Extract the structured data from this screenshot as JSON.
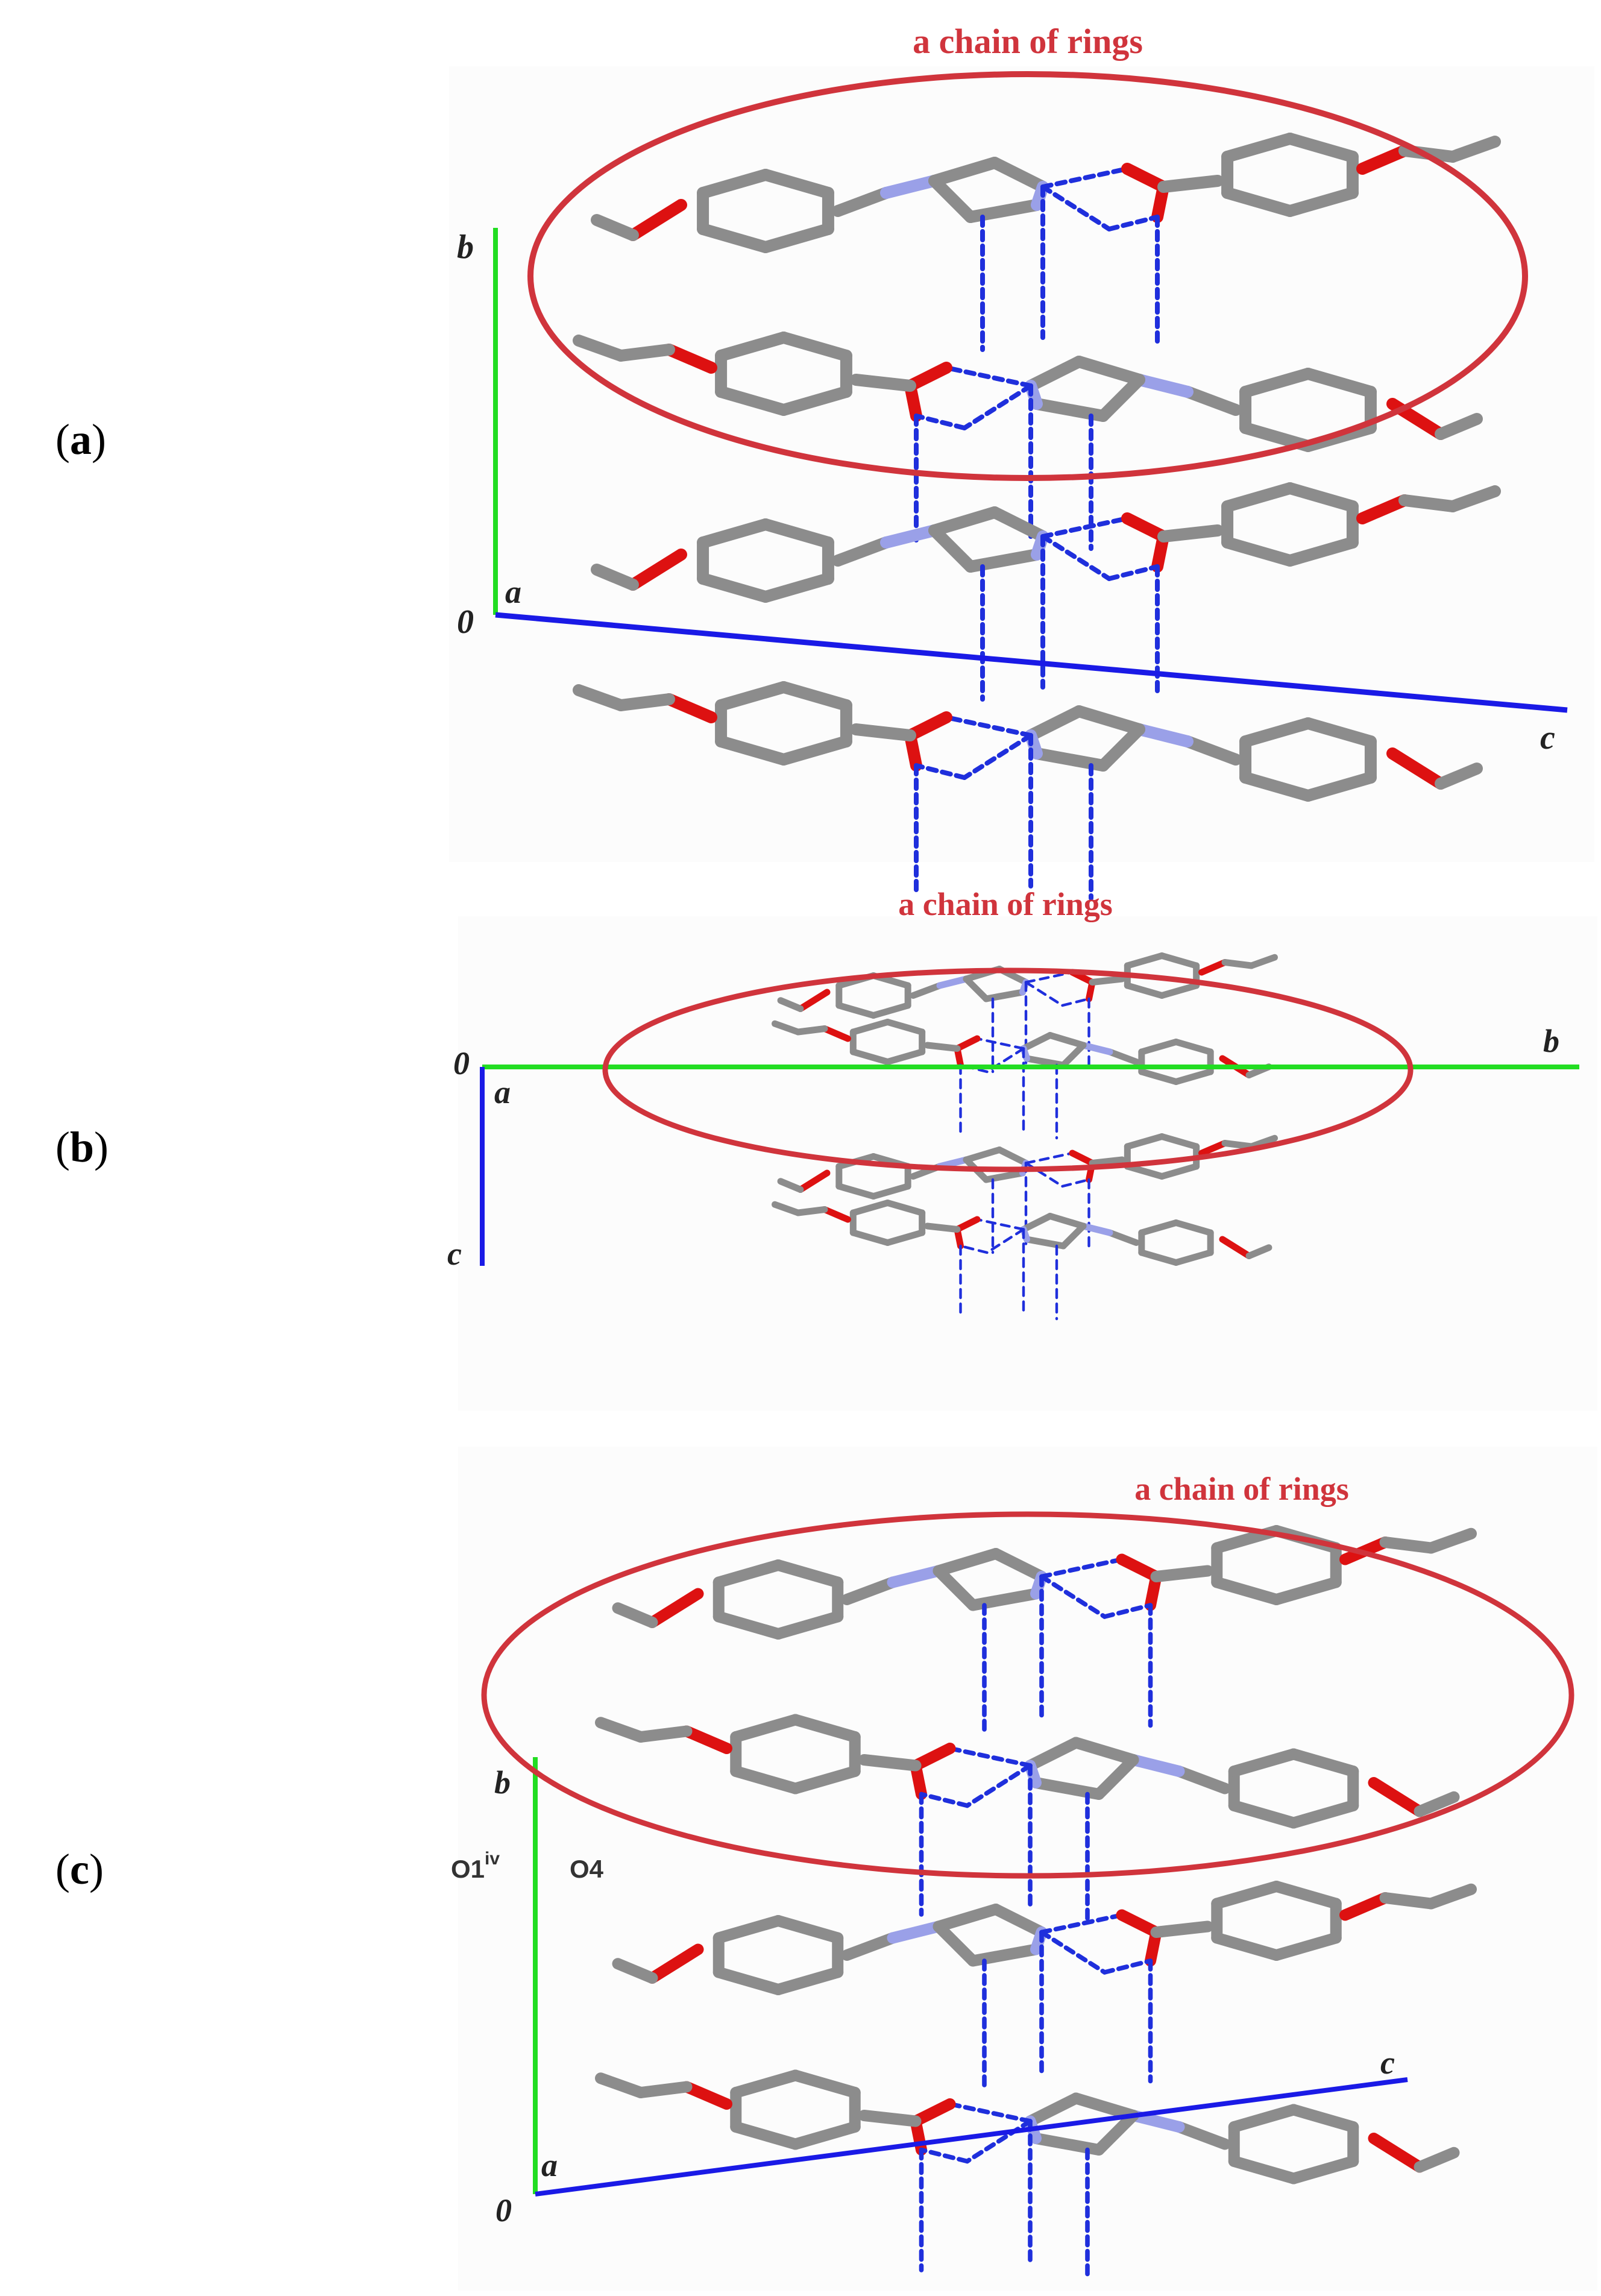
{
  "panels": [
    {
      "id": "a",
      "letter": "a",
      "chain_label": "a chain of rings",
      "axes": {
        "origin": "0",
        "vertical": "b",
        "depth": "a",
        "horizontal": "c"
      }
    },
    {
      "id": "b",
      "letter": "b",
      "chain_label": "a chain of rings",
      "axes": {
        "origin": "0",
        "vertical": "c",
        "depth": "a",
        "horizontal": "b"
      }
    },
    {
      "id": "c",
      "letter": "c",
      "chain_label": "a chain of rings",
      "axes": {
        "origin": "0",
        "vertical": "b",
        "depth": "a",
        "horizontal": "c"
      },
      "atom_labels": {
        "o1_base": "O1",
        "o1_sup": "iv",
        "o4": "O4"
      }
    }
  ],
  "colors": {
    "ellipse": "#d0343c",
    "chain_label": "#d0343c",
    "axis_b_green": "#22dd22",
    "axis_blue": "#1a1ae6",
    "bond_carbon": "#8c8c8c",
    "bond_nitrogen": "#9aa0e8",
    "bond_oxygen": "#dd1111",
    "hbond": "#1f2fdc",
    "hydrogen": "#e6e6e6"
  }
}
